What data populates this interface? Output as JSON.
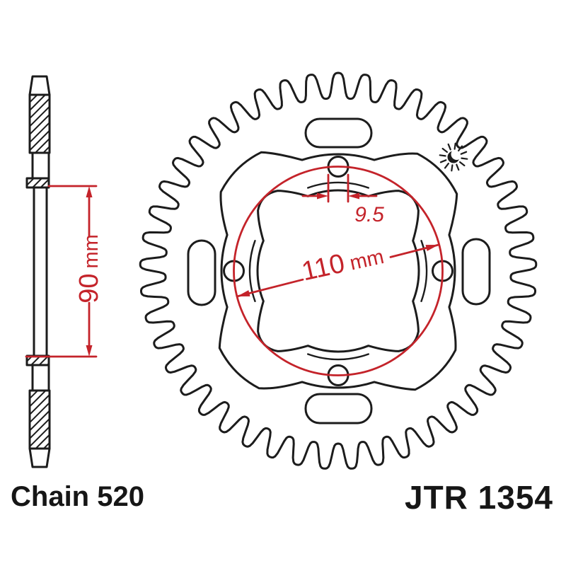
{
  "footer": {
    "chain_label": "Chain 520",
    "part_number": "JTR 1354"
  },
  "dimensions": {
    "bolt_hole": {
      "value": "9.5"
    },
    "bolt_circle": {
      "value": "110",
      "unit": "mm"
    },
    "side_width": {
      "value": "90",
      "unit": "mm"
    }
  },
  "colors": {
    "dimension_red": "#c4232a",
    "drawing_black": "#1c1c1c",
    "background": "#ffffff"
  },
  "icons": [
    {
      "name": "sparkle-icon"
    }
  ]
}
